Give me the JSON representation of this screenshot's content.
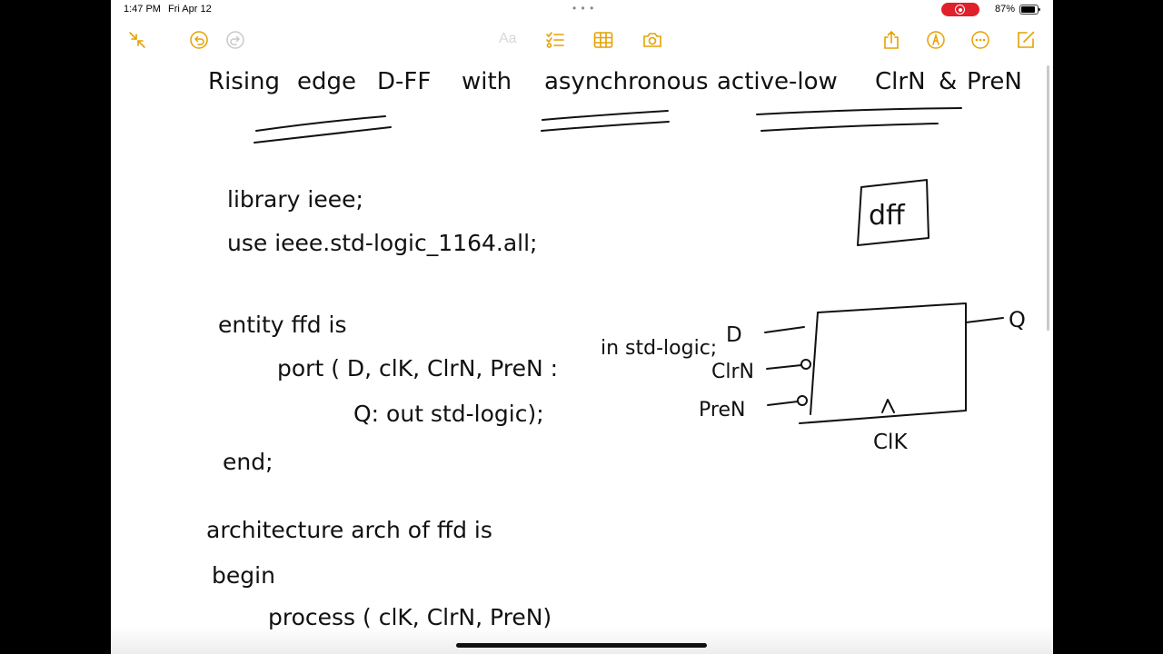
{
  "status": {
    "time": "1:47 PM",
    "date": "Fri Apr 12",
    "battery": "87%"
  },
  "toolbar": {
    "format_label": "Aa",
    "left_icons": [
      "collapse-icon",
      "undo-icon",
      "redo-icon"
    ],
    "center_icons": [
      "checklist-icon",
      "table-icon",
      "camera-icon"
    ],
    "right_icons": [
      "share-icon",
      "markup-icon",
      "more-icon",
      "compose-icon"
    ]
  },
  "note": {
    "title_line": [
      "Rising",
      "edge",
      "D-FF",
      "with",
      "asynchronous",
      "active-low",
      "ClrN",
      "&",
      "PreN"
    ],
    "code": {
      "library": "library ieee;",
      "use": "use ieee.std-logic_1164.all;",
      "entity": "entity ffd is",
      "port": "port ( D, clK, ClrN, PreN :",
      "port_type": "in std-logic;",
      "q": "Q: out std-logic);",
      "end": "end;",
      "architecture": "architecture arch of ffd is",
      "begin": "begin",
      "process": "process ( clK, ClrN, PreN)"
    },
    "diagram": {
      "box_label": "dff",
      "inputs": [
        "D",
        "ClrN",
        "PreN"
      ],
      "output": "Q",
      "clock": "ClK"
    }
  }
}
